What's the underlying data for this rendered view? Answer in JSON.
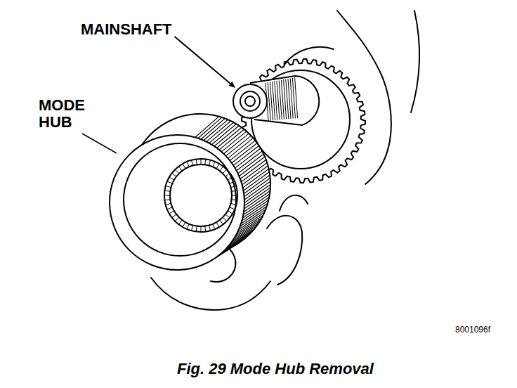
{
  "diagram": {
    "caption": "Fig. 29 Mode Hub Removal",
    "labels": [
      "MAINSHAFT",
      "MODE HUB",
      "8001096f"
    ]
  }
}
